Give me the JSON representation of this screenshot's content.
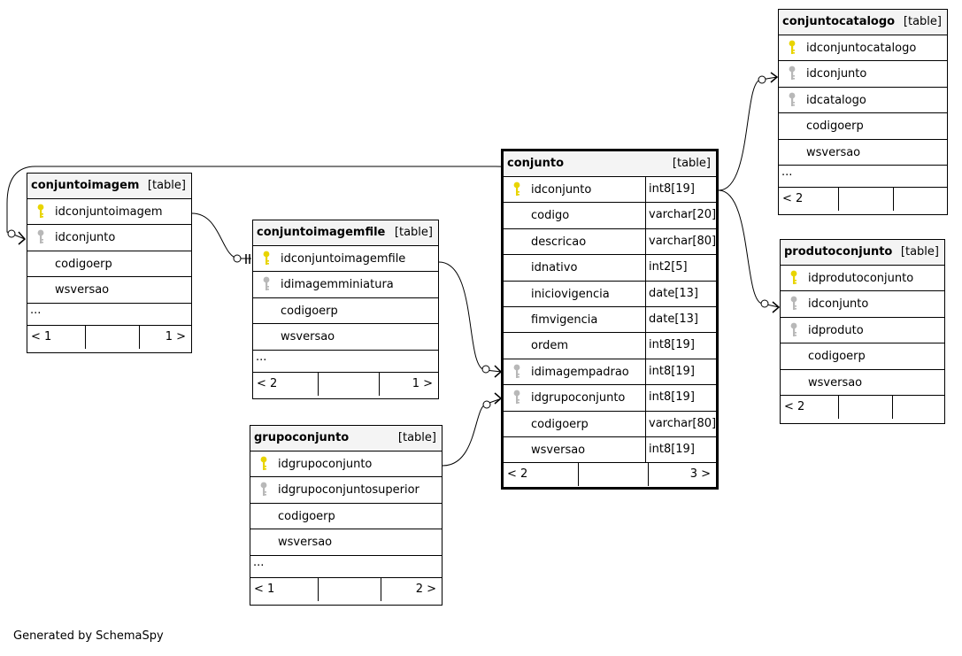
{
  "footer": "Generated by SchemaSpy",
  "tables": {
    "conjuntocatalogo": {
      "name": "conjuntocatalogo",
      "tag": "[table]",
      "columns": [
        {
          "name": "idconjuntocatalogo",
          "key": "primary"
        },
        {
          "name": "idconjunto",
          "key": "foreign"
        },
        {
          "name": "idcatalogo",
          "key": "foreign"
        },
        {
          "name": "codigoerp",
          "key": ""
        },
        {
          "name": "wsversao",
          "key": ""
        }
      ],
      "more": "...",
      "nav_left": "< 2",
      "nav_right": ""
    },
    "conjunto": {
      "name": "conjunto",
      "tag": "[table]",
      "columns": [
        {
          "name": "idconjunto",
          "key": "primary",
          "type": "int8[19]"
        },
        {
          "name": "codigo",
          "key": "",
          "type": "varchar[20]"
        },
        {
          "name": "descricao",
          "key": "",
          "type": "varchar[80]"
        },
        {
          "name": "idnativo",
          "key": "",
          "type": "int2[5]"
        },
        {
          "name": "iniciovigencia",
          "key": "",
          "type": "date[13]"
        },
        {
          "name": "fimvigencia",
          "key": "",
          "type": "date[13]"
        },
        {
          "name": "ordem",
          "key": "",
          "type": "int8[19]"
        },
        {
          "name": "idimagempadrao",
          "key": "foreign",
          "type": "int8[19]"
        },
        {
          "name": "idgrupoconjunto",
          "key": "foreign",
          "type": "int8[19]"
        },
        {
          "name": "codigoerp",
          "key": "",
          "type": "varchar[80]"
        },
        {
          "name": "wsversao",
          "key": "",
          "type": "int8[19]"
        }
      ],
      "nav_left": "< 2",
      "nav_right": "3 >"
    },
    "conjuntoimagem": {
      "name": "conjuntoimagem",
      "tag": "[table]",
      "columns": [
        {
          "name": "idconjuntoimagem",
          "key": "primary"
        },
        {
          "name": "idconjunto",
          "key": "foreign"
        },
        {
          "name": "codigoerp",
          "key": ""
        },
        {
          "name": "wsversao",
          "key": ""
        }
      ],
      "more": "...",
      "nav_left": "< 1",
      "nav_right": "1 >"
    },
    "conjuntoimagemfile": {
      "name": "conjuntoimagemfile",
      "tag": "[table]",
      "columns": [
        {
          "name": "idconjuntoimagemfile",
          "key": "primary"
        },
        {
          "name": "idimagemminiatura",
          "key": "foreign"
        },
        {
          "name": "codigoerp",
          "key": ""
        },
        {
          "name": "wsversao",
          "key": ""
        }
      ],
      "more": "...",
      "nav_left": "< 2",
      "nav_right": "1 >"
    },
    "produtoconjunto": {
      "name": "produtoconjunto",
      "tag": "[table]",
      "columns": [
        {
          "name": "idprodutoconjunto",
          "key": "primary"
        },
        {
          "name": "idconjunto",
          "key": "foreign"
        },
        {
          "name": "idproduto",
          "key": "foreign"
        },
        {
          "name": "codigoerp",
          "key": ""
        },
        {
          "name": "wsversao",
          "key": ""
        }
      ],
      "nav_left": "< 2",
      "nav_right": ""
    },
    "grupoconjunto": {
      "name": "grupoconjunto",
      "tag": "[table]",
      "columns": [
        {
          "name": "idgrupoconjunto",
          "key": "primary"
        },
        {
          "name": "idgrupoconjuntosuperior",
          "key": "foreign"
        },
        {
          "name": "codigoerp",
          "key": ""
        },
        {
          "name": "wsversao",
          "key": ""
        }
      ],
      "more": "...",
      "nav_left": "< 1",
      "nav_right": "2 >"
    }
  },
  "colors": {
    "primary_key": "#e8d400",
    "foreign_key": "#b8b8b8",
    "header_bg": "#f4f4f4"
  }
}
